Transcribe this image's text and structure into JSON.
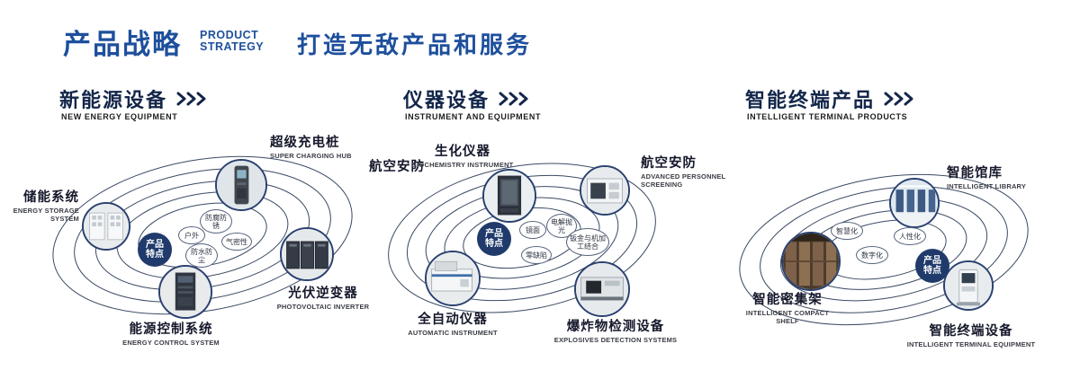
{
  "header": {
    "title_cn": "产品战略",
    "title_en": "PRODUCT STRATEGY",
    "slogan": "打造无敌产品和服务"
  },
  "sections": [
    {
      "title_cn": "新能源设备",
      "title_en": "NEW ENERGY EQUIPMENT",
      "feature_label": "产品特点",
      "features": [
        "户外",
        "防腐防锈",
        "防水防尘",
        "气密性"
      ],
      "products": [
        {
          "cn": "储能系统",
          "en": "ENERGY STORAGE SYSTEM"
        },
        {
          "cn": "超级充电桩",
          "en": "SUPER CHARGING HUB"
        },
        {
          "cn": "光伏逆变器",
          "en": "PHOTOVOLTAIC INVERTER"
        },
        {
          "cn": "能源控制系统",
          "en": "ENERGY CONTROL SYSTEM"
        }
      ]
    },
    {
      "title_cn": "仪器设备",
      "title_en": "INSTRUMENT AND EQUIPMENT",
      "feature_label": "产品特点",
      "side_label": "航空安防",
      "features": [
        "镜面",
        "电解抛光",
        "零缺陷",
        "钣金与机加工结合"
      ],
      "products": [
        {
          "cn": "生化仪器",
          "en": "BIOCHEMISTRY INSTRUMENT"
        },
        {
          "cn": "航空安防",
          "en": "ADVANCED PERSONNEL SCREENING"
        },
        {
          "cn": "全自动仪器",
          "en": "AUTOMATIC INSTRUMENT"
        },
        {
          "cn": "爆炸物检测设备",
          "en": "EXPLOSIVES DETECTION SYSTEMS"
        }
      ]
    },
    {
      "title_cn": "智能终端产品",
      "title_en": "INTELLIGENT TERMINAL PRODUCTS",
      "feature_label": "产品特点",
      "features": [
        "智慧化",
        "人性化",
        "数字化"
      ],
      "products": [
        {
          "cn": "智能馆库",
          "en": "INTELLIGENT LIBRARY"
        },
        {
          "cn": "智能密集架",
          "en": "INTELLIGENT COMPACT SHELF"
        },
        {
          "cn": "智能终端设备",
          "en": "INTELLIGENT TERMINAL EQUIPMENT"
        }
      ]
    }
  ],
  "colors": {
    "brand_blue": "#1d4f9c",
    "navy": "#13264a",
    "core_circle": "#203b6b"
  }
}
